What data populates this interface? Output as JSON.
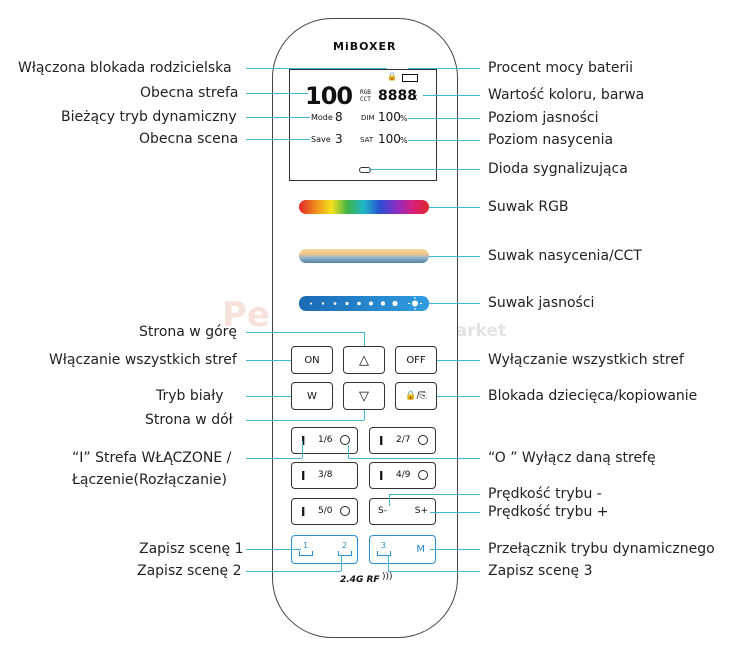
{
  "remote": {
    "brand": "MiBOXER",
    "rf_label": "2.4G RF",
    "lcd": {
      "zone_value": "100",
      "rgb_label": "RGB",
      "cct_label": "CCT",
      "color_value": "8888",
      "color_unit": "K",
      "mode_label": "Mode",
      "mode_value": "8",
      "dim_label": "DIM",
      "dim_value": "100",
      "sat_label": "SAT",
      "sat_value": "100",
      "save_label": "Save",
      "save_value": "3",
      "percent": "%"
    },
    "buttons": {
      "on": "ON",
      "off": "OFF",
      "w": "W",
      "up": "△",
      "down": "▽",
      "lock": "🔒/⎘",
      "s_minus": "S-",
      "s_plus": "S+",
      "m": "M",
      "scene1": "1",
      "scene2": "2",
      "scene3": "3"
    },
    "zones": [
      {
        "num": "1/6"
      },
      {
        "num": "2/7"
      },
      {
        "num": "3/8"
      },
      {
        "num": "4/9"
      },
      {
        "num": "5/0"
      }
    ],
    "zone_on_symbol": "I"
  },
  "labels_left": {
    "parental_lock": "Włączona blokada rodzicielska",
    "current_zone": "Obecna strefa",
    "dynamic_mode": "Bieżący tryb dynamiczny",
    "current_scene": "Obecna scena",
    "page_up": "Strona w górę",
    "all_on": "Włączanie wszystkich stref",
    "white_mode": "Tryb biały",
    "page_down": "Strona w dół",
    "zone_on_line1": "“I” Strefa WŁĄCZONE /",
    "zone_on_line2": "Łączenie(Rozłączanie)",
    "save_scene1": "Zapisz scenę 1",
    "save_scene2": "Zapisz scenę 2"
  },
  "labels_right": {
    "battery": "Procent mocy baterii",
    "color_value": "Wartość koloru, barwa",
    "brightness_level": "Poziom jasności",
    "saturation_level": "Poziom nasycenia",
    "led_indicator": "Dioda sygnalizująca",
    "rgb_slider": "Suwak RGB",
    "sat_cct_slider": "Suwak nasycenia/CCT",
    "brightness_slider": "Suwak jasności",
    "all_off": "Wyłączanie wszystkich stref",
    "child_lock": "Blokada dziecięca/kopiowanie",
    "zone_off": "“O ” Wyłącz daną strefę",
    "speed_minus": "Prędkość trybu -",
    "speed_plus": "Prędkość trybu +",
    "mode_switch": "Przełącznik trybu dynamicznego",
    "save_scene3": "Zapisz scenę 3"
  },
  "watermark": {
    "main": "Perfekt",
    "sub": "market"
  },
  "colors": {
    "leader_line": "#3fb6d8",
    "slider_blue": "#1e7ec8",
    "outline": "#333333"
  }
}
